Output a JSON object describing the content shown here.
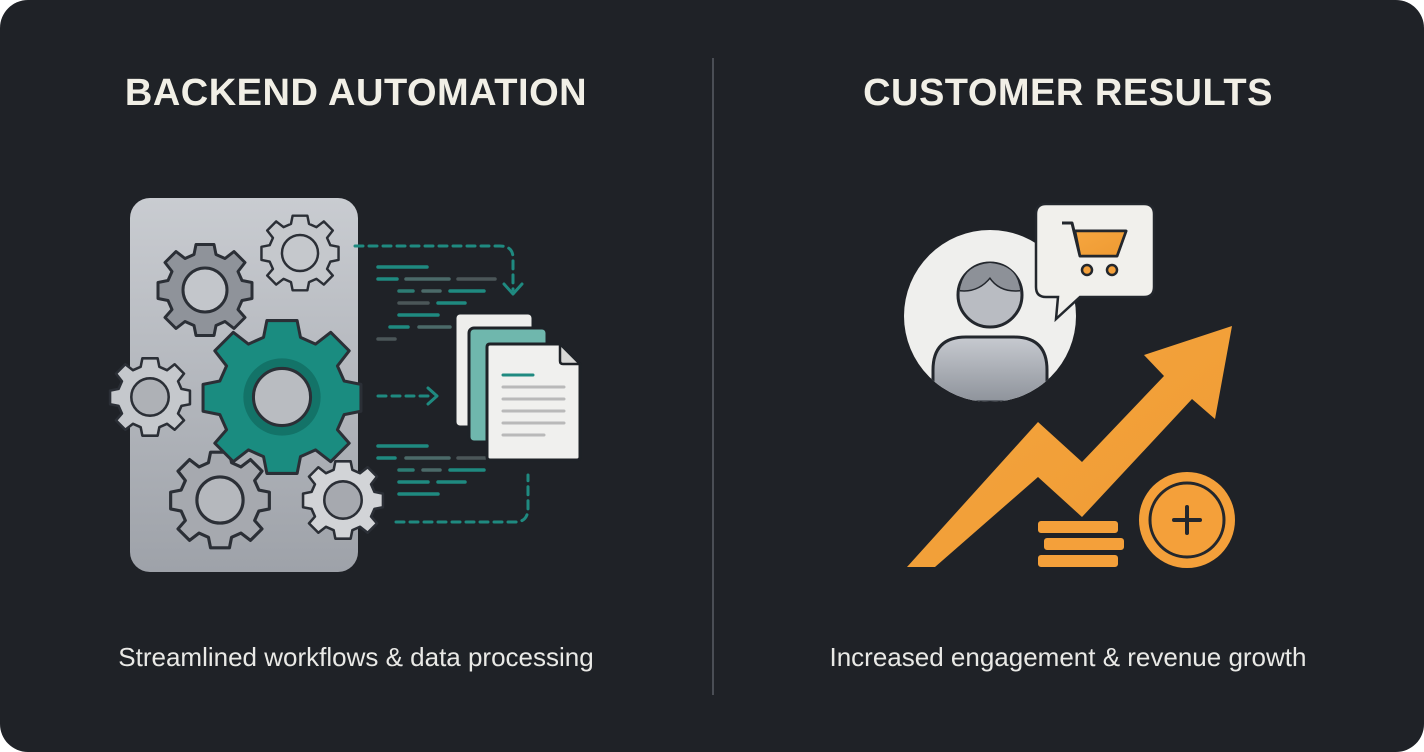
{
  "left_panel": {
    "title": "BACKEND AUTOMATION",
    "caption": "Streamlined workflows & data processing",
    "illustration": {
      "icons": [
        "gear-panel-icon",
        "gear-icon",
        "document-stack-icon",
        "dashed-arrow-icon",
        "code-lines-icon"
      ],
      "accent_color": "#1a8c80"
    }
  },
  "right_panel": {
    "title": "CUSTOMER RESULTS",
    "caption": "Increased engagement & revenue growth",
    "illustration": {
      "icons": [
        "user-avatar-icon",
        "shopping-cart-icon",
        "trend-up-arrow-icon",
        "coin-stack-icon",
        "plus-coin-icon"
      ],
      "accent_color": "#f4a03a"
    }
  },
  "colors": {
    "background": "#1f2227",
    "divider": "#4a4e55",
    "title": "#f1efe6",
    "teal": "#1a8c80",
    "orange": "#f4a03a"
  }
}
